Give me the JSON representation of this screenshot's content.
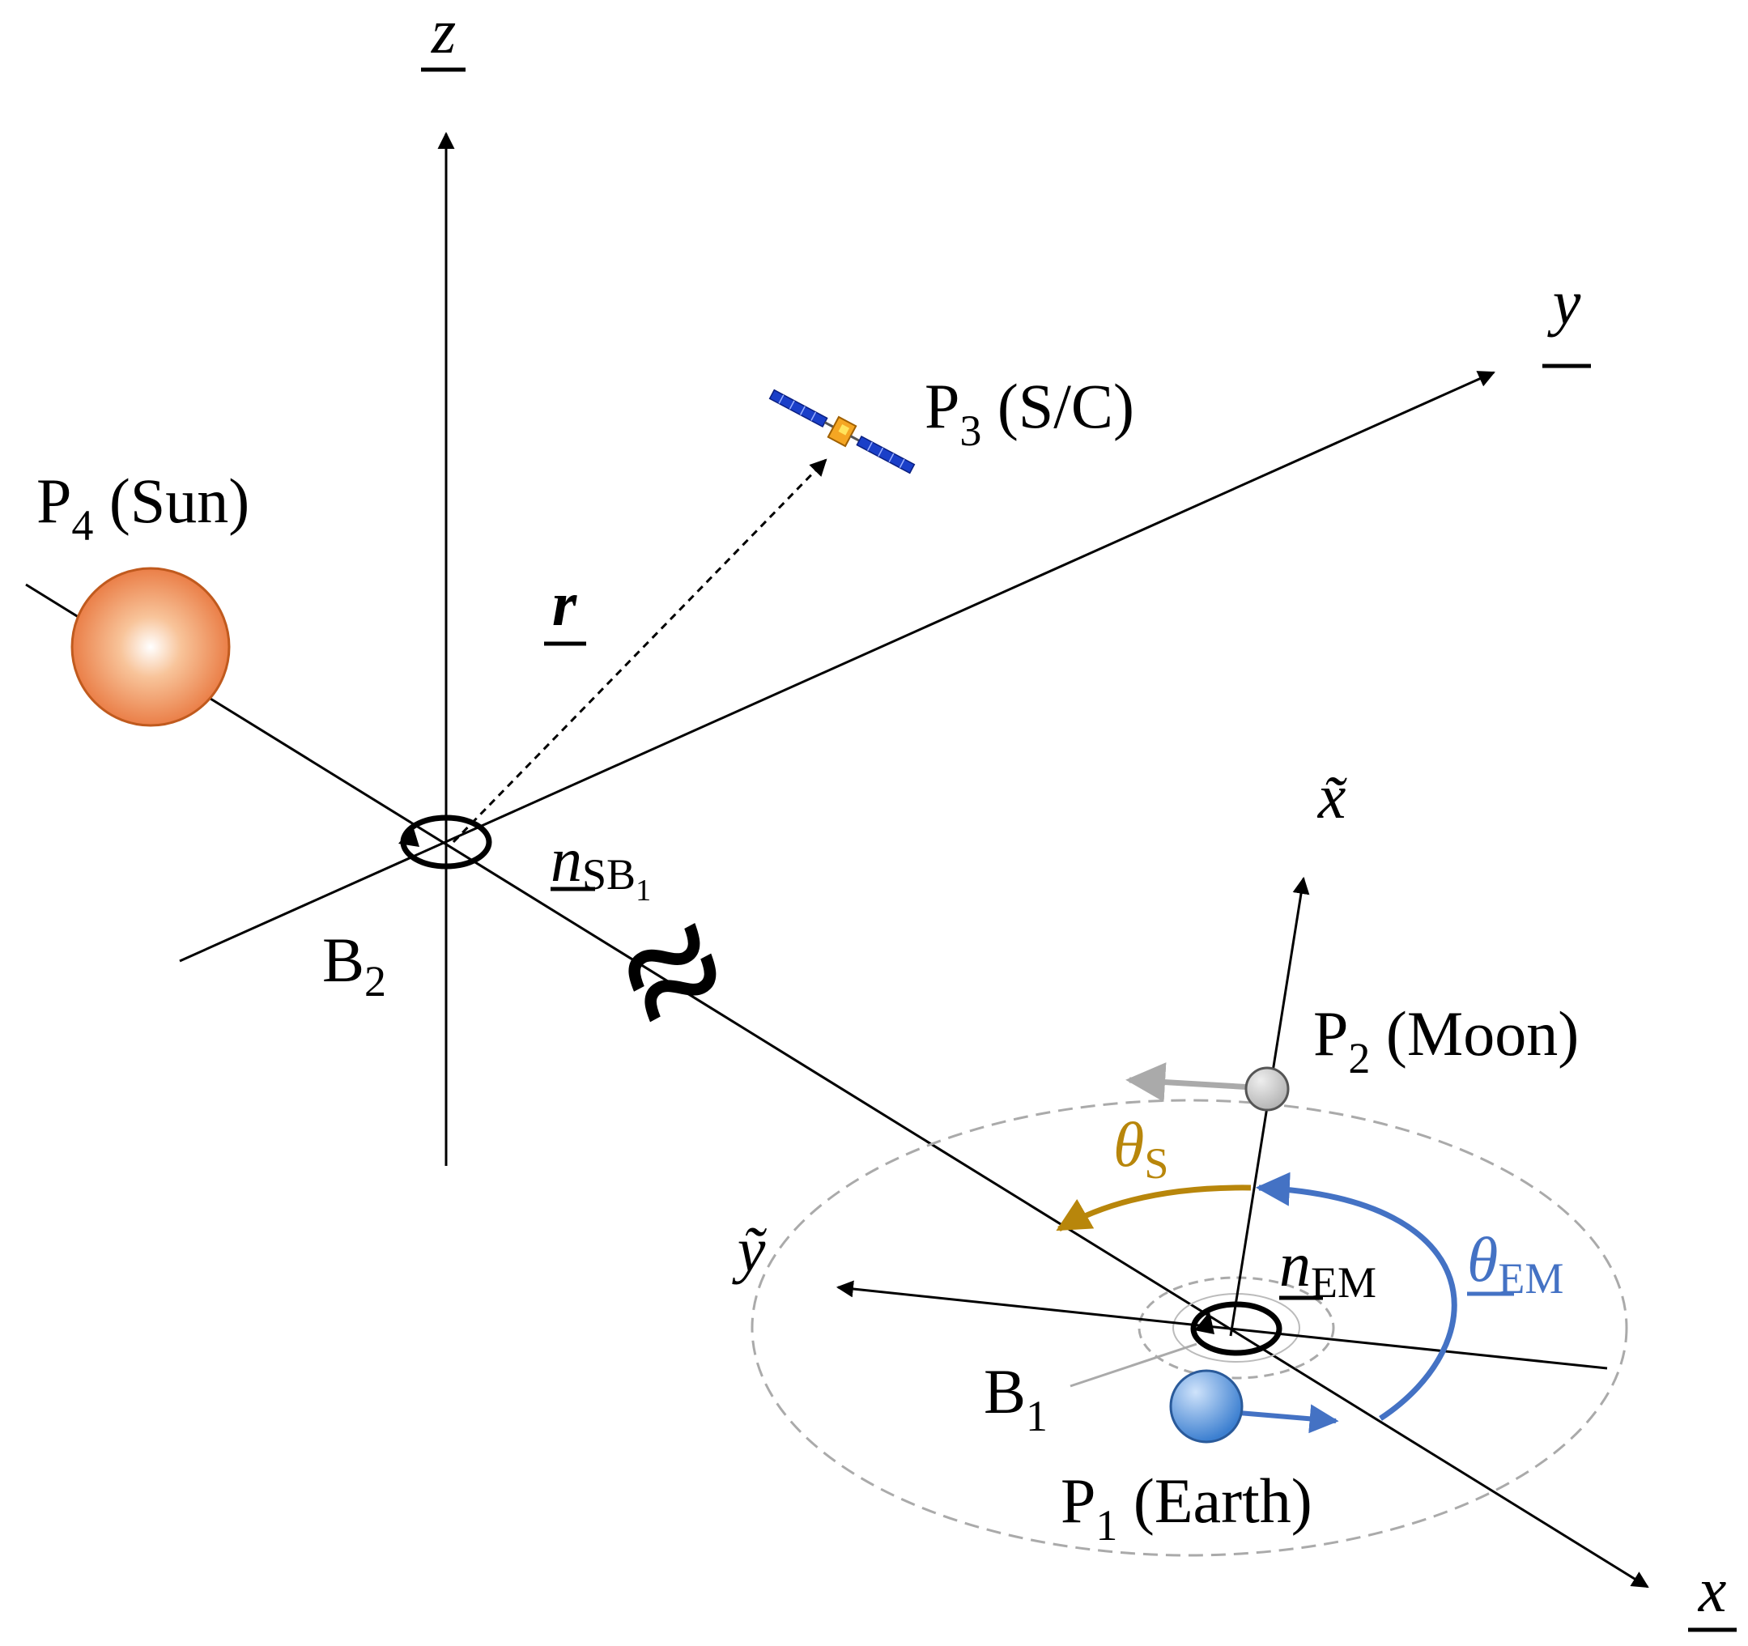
{
  "axes": {
    "z": "z",
    "y": "y",
    "x": "x",
    "x_tilde": "x̃",
    "y_tilde": "ỹ"
  },
  "bodies": {
    "sun": {
      "base": "P",
      "index": "4",
      "suffix": " (Sun)"
    },
    "spacecraft": {
      "base": "P",
      "index": "3",
      "suffix": " (S/C)"
    },
    "moon": {
      "base": "P",
      "index": "2",
      "suffix": " (Moon)"
    },
    "earth": {
      "base": "P",
      "index": "1",
      "suffix": " (Earth)"
    }
  },
  "barycenters": {
    "b2": {
      "base": "B",
      "index": "2"
    },
    "b1": {
      "base": "B",
      "index": "1"
    }
  },
  "vectors": {
    "r": "r",
    "n_sb1": {
      "base": "n",
      "sub": "SB",
      "subsub": "1"
    },
    "n_em": {
      "base": "n",
      "sub": "EM"
    }
  },
  "angles": {
    "theta_s": {
      "base": "θ",
      "sub": "S"
    },
    "theta_em": {
      "base": "θ",
      "sub": "EM"
    }
  },
  "break_symbol": "≈",
  "colors": {
    "sun_edge": "#c05a1e",
    "sun_fill": "#f08a4b",
    "earth_fill": "#4a8fd8",
    "moon_fill": "#c8c8c8",
    "theta_s": "#b8860b",
    "theta_em": "#4472c4",
    "orbit": "#aaaaaa",
    "solar_panel": "#1a3fc8",
    "spacecraft_body": "#f5a623"
  }
}
